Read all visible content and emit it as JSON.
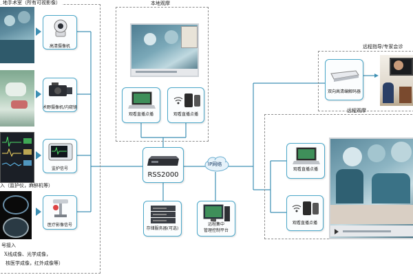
{
  "regions": {
    "left_title": "地手术室（所有可视影像）",
    "left_caption_monitor": "入（监护仪，麻醉机等）",
    "left_caption_imaging_1": "号接入",
    "left_caption_imaging_2": "X线成像、光学成像，",
    "left_caption_imaging_3": "核医学成像，红外成像等）",
    "local_title": "本地观摩",
    "expert_title": "远程指导/专家会诊",
    "remote_title": "远程观摩"
  },
  "devices": {
    "hd_camera": "高清摄像机",
    "field_camera": "术野摄像机/内窥镜",
    "monitor_signal": "监护信号",
    "imaging_signal": "医疗影像信号",
    "rss": "RSS2000",
    "storage": "存储服务器(可选)",
    "management": "远程集中管理控制平台",
    "codec": "双向高清编解码器",
    "watch_live_1": "观看直播点播",
    "watch_live_2": "观看直播点播",
    "watch_live_3": "观看直播点播",
    "watch_live_4": "观看直播点播"
  },
  "network": {
    "ip_label": "IP网络"
  },
  "colors": {
    "line": "#3d8fb3",
    "device_border": "#4aa7c9",
    "region_border": "#8c8c8c"
  },
  "icons": [
    "camera-icon",
    "video-camera-icon",
    "patient-monitor-icon",
    "xray-icon",
    "rack-server-icon",
    "storage-server-icon",
    "desktop-pc-icon",
    "laptop-icon",
    "wireless-tablet-icon",
    "codec-box-icon",
    "cloud-icon"
  ]
}
